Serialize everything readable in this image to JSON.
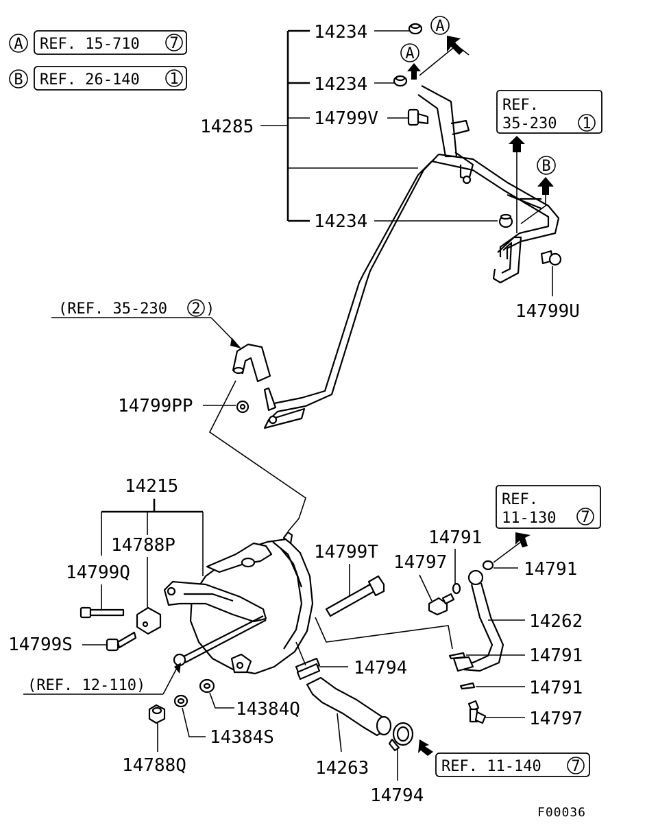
{
  "legend": {
    "a_letter": "A",
    "a_ref": "REF. 15-710",
    "a_num": "7",
    "b_letter": "B",
    "b_ref": "REF. 26-140",
    "b_num": "1"
  },
  "parts": {
    "p14234_a": "14234",
    "p14234_b": "14234",
    "p14234_c": "14234",
    "p14285": "14285",
    "p14799V": "14799V",
    "p14799U": "14799U",
    "p14799PP": "14799PP",
    "p14215": "14215",
    "p14788P": "14788P",
    "p14799Q": "14799Q",
    "p14799S": "14799S",
    "p14799T": "14799T",
    "p14797_a": "14797",
    "p14791_a": "14791",
    "p14791_b": "14791",
    "p14262": "14262",
    "p14791_c": "14791",
    "p14794_a": "14794",
    "p14791_d": "14791",
    "p14797_b": "14797",
    "p14384Q": "14384Q",
    "p14384S": "14384S",
    "p14788Q": "14788Q",
    "p14263": "14263",
    "p14794_b": "14794"
  },
  "refs": {
    "r35_230_1_line1": "REF.",
    "r35_230_1_line2": "35-230",
    "r35_230_1_num": "1",
    "r35_230_2": "(REF. 35-230",
    "r35_230_2_num": "2",
    "r35_230_2_close": ")",
    "r11_130_line1": "REF.",
    "r11_130_line2": "11-130",
    "r11_130_num": "7",
    "r12_110": "(REF. 12-110)",
    "r11_140": "REF. 11-140",
    "r11_140_num": "7",
    "arrow_a_1": "A",
    "arrow_a_2": "A",
    "arrow_b": "B"
  },
  "footer": {
    "figure_code": "F00036"
  }
}
